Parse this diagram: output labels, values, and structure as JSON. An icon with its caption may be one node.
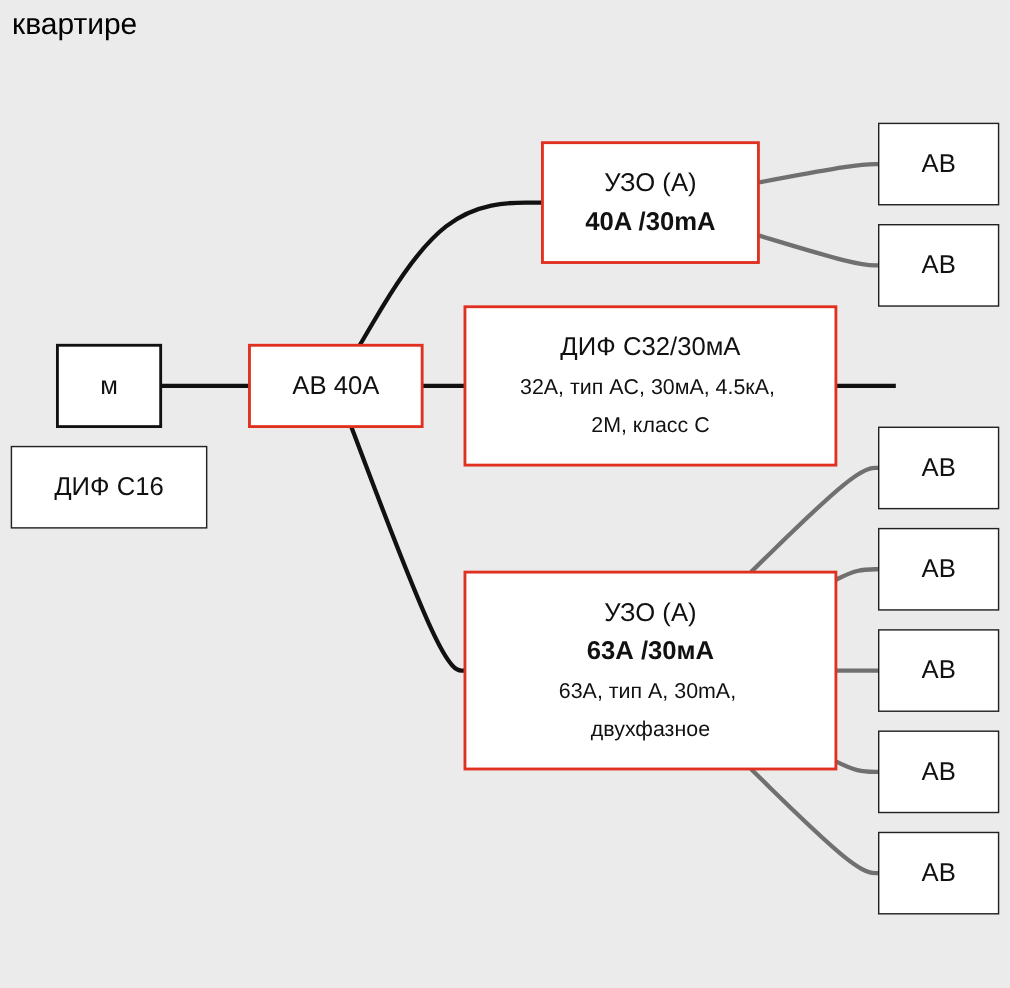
{
  "diagram": {
    "nodes": [
      {
        "text": [
          "м"
        ]
      },
      {
        "text": [
          "АВ 40А"
        ]
      },
      {
        "text": [
          "УЗО (А)",
          "40A /30mA"
        ]
      },
      {
        "text": [
          "ДИФ С32/30мА",
          "32A, тип AC, 30мА, 4.5кА, 2M, класс C"
        ]
      },
      {
        "text": [
          "УЗО (А)",
          "63А /30мА",
          "63A, тип A, 30mA, двухфазное"
        ]
      },
      {
        "text": [
          "АВ"
        ]
      },
      {
        "text": [
          "АВ"
        ]
      },
      {
        "text": [
          "АВ"
        ]
      },
      {
        "text": [
          "АВ"
        ]
      },
      {
        "text": [
          "АВ"
        ]
      },
      {
        "text": [
          "АВ"
        ]
      },
      {
        "text": [
          "АВ"
        ]
      },
      {
        "text": [
          "ДИФ С16"
        ]
      }
    ],
    "edges": [
      {
        "from": 0,
        "to": 1,
        "arrow": "none",
        "color": "#111111"
      },
      {
        "from": 1,
        "to": 2,
        "arrow": "none",
        "color": "#111111"
      },
      {
        "from": 1,
        "to": 3,
        "arrow": "none",
        "color": "#111111"
      },
      {
        "from": 1,
        "to": 4,
        "arrow": "none",
        "color": "#111111"
      },
      {
        "from": 3,
        "to": null,
        "arrow": "none",
        "color": "#111111"
      },
      {
        "from": 2,
        "to": 5,
        "arrow": "none"
      },
      {
        "from": 2,
        "to": 6,
        "arrow": "none"
      },
      {
        "from": 4,
        "to": 7,
        "arrow": "none"
      },
      {
        "from": 4,
        "to": 8,
        "arrow": "none"
      },
      {
        "from": 4,
        "to": 9,
        "arrow": "none"
      },
      {
        "from": 4,
        "to": 10,
        "arrow": "none"
      },
      {
        "from": 4,
        "to": 11,
        "arrow": "none"
      }
    ],
    "labels": [
      "квартире"
    ]
  }
}
